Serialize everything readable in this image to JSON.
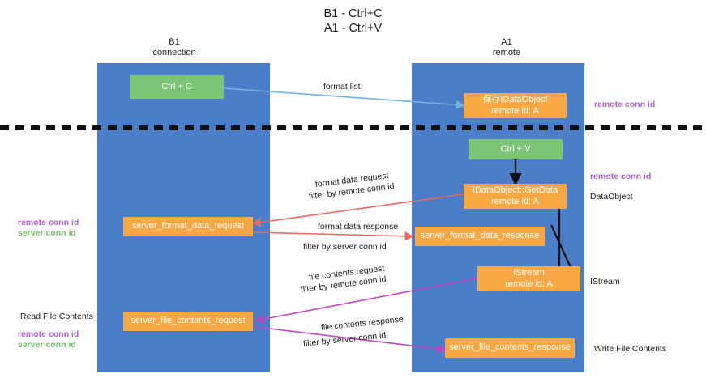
{
  "title": {
    "line1": "B1 - Ctrl+C",
    "line2": "A1 - Ctrl+V"
  },
  "lanes": [
    {
      "id": "b1",
      "name": "B1",
      "sub": "connection"
    },
    {
      "id": "a1",
      "name": "A1",
      "sub": "remote"
    }
  ],
  "boxes": {
    "ctrl_c": {
      "line1": "Ctrl + C",
      "color": "#7cc576"
    },
    "ctrl_v": {
      "line1": "Ctrl + V",
      "color": "#7cc576"
    },
    "save_idataobject": {
      "line1": "保存IDataObject",
      "line2": "remote id: A",
      "color": "#f7a842"
    },
    "getdata": {
      "line1": "IDataObject::GetData",
      "line2": "remote id: A",
      "color": "#f7a842"
    },
    "server_format_data_request": {
      "line1": "server_format_data_request",
      "color": "#f7a842"
    },
    "server_format_data_response": {
      "line1": "server_format_data_response",
      "color": "#f7a842"
    },
    "istream": {
      "line1": "IStream",
      "line2": "remote id: A",
      "color": "#f7a842"
    },
    "server_file_contents_request": {
      "line1": "server_file_contents_request",
      "color": "#f7a842"
    },
    "server_file_contents_response": {
      "line1": "server_file_contents_response",
      "color": "#f7a842"
    }
  },
  "edge_labels": {
    "format_list": "format list",
    "format_data_request": "format data request",
    "format_data_request_filter_prefix": "filter by ",
    "format_data_request_filter_key": "remote conn id",
    "format_data_response": "format data response",
    "format_data_response_filter_prefix": "filter by ",
    "format_data_response_filter_key": "server conn id",
    "file_contents_request": "file contents request",
    "file_contents_request_filter_prefix": "filter by ",
    "file_contents_request_filter_key": "remote conn id",
    "file_contents_response": "file contents response",
    "file_contents_response_filter_prefix": "filter by ",
    "file_contents_response_filter_key": "server conn id"
  },
  "annotations": {
    "right_remote_conn_id_top": "remote conn id",
    "right_remote_conn_id_mid": "remote conn id",
    "right_dataobject": "DataObject",
    "right_istream": "IStream",
    "right_write_file_contents": "Write File Contents",
    "left_remote_conn_id": "remote conn id",
    "left_server_conn_id": "server conn id",
    "left_read_file_contents": "Read File Contents",
    "left_remote_conn_id_2": "remote conn id",
    "left_server_conn_id_2": "server conn id"
  },
  "colors": {
    "lane": "#4a7ec9",
    "orange": "#f7a842",
    "green": "#7cc576",
    "purple": "#b35fd0",
    "green_text": "#72bd6a",
    "magenta": "#c045c0",
    "red_arrow": "#e8685e",
    "blue_arrow": "#6fb3e0",
    "black_arrow": "#111111"
  }
}
